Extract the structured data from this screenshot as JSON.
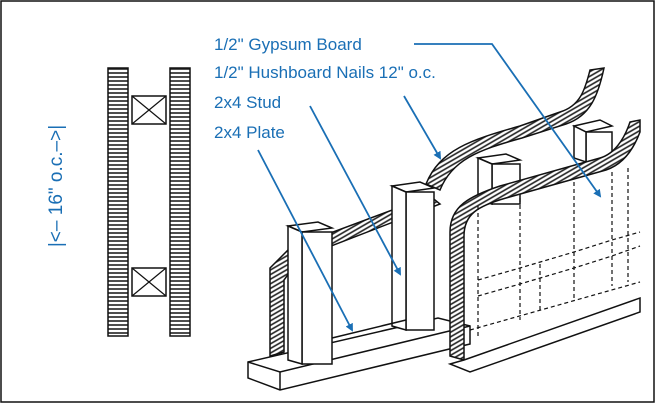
{
  "labels": {
    "gypsum_board": "1/2\" Gypsum Board",
    "hushboard_nails": "1/2\" Hushboard Nails 12\" o.c.",
    "stud": "2x4 Stud",
    "plate": "2x4 Plate",
    "spacing": "|<– 16\" o.c.–>|"
  },
  "colors": {
    "accent": "#1a6fb5",
    "line": "#111111",
    "hatch": "#222222",
    "background": "#ffffff"
  }
}
